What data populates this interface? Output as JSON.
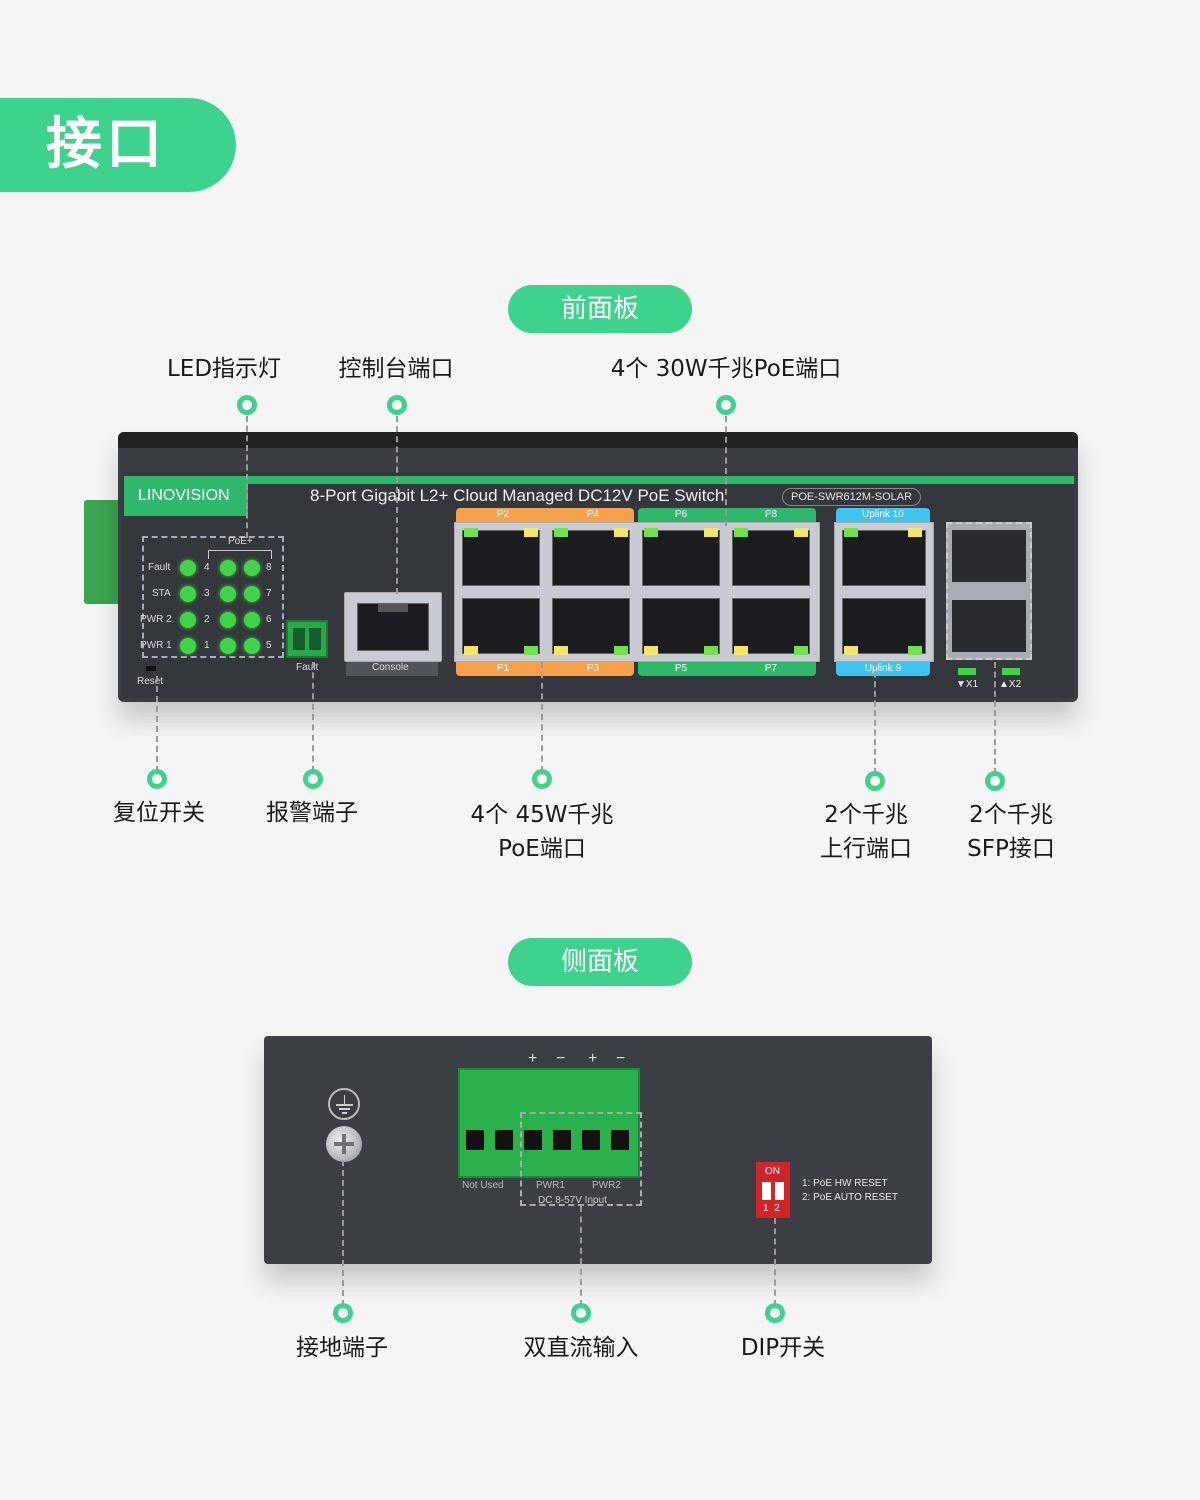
{
  "header": {
    "title": "接口"
  },
  "front_panel": {
    "section_label": "前面板",
    "brand": "LINOVISION",
    "product_title": "8-Port Gigabit L2+ Cloud Managed DC12V PoE Switch",
    "model": "POE-SWR612M-SOLAR",
    "led_panel": {
      "poe_label": "PoE+",
      "rows": [
        {
          "name": "Fault",
          "left_port": "4",
          "right_port": "8"
        },
        {
          "name": "STA",
          "left_port": "3",
          "right_port": "7"
        },
        {
          "name": "PWR 2",
          "left_port": "2",
          "right_port": "6"
        },
        {
          "name": "PWR 1",
          "left_port": "1",
          "right_port": "5"
        }
      ]
    },
    "reset_label": "Reset",
    "fault_terminal_label": "Fault",
    "console_label": "Console",
    "port_groups": {
      "top": [
        "P2",
        "P4",
        "P6",
        "P8",
        "Uplink 10"
      ],
      "bottom": [
        "P1",
        "P3",
        "P5",
        "P7",
        "Uplink 9"
      ]
    },
    "sfp_labels": [
      "▼X1",
      "▲X2"
    ],
    "callouts": {
      "led": "LED指示灯",
      "console": "控制台端口",
      "poe30": "4个 30W千兆PoE端口",
      "reset": "复位开关",
      "alarm": "报警端子",
      "poe45_line1": "4个 45W千兆",
      "poe45_line2": "PoE端口",
      "uplink_line1": "2个千兆",
      "uplink_line2": "上行端口",
      "sfp_line1": "2个千兆",
      "sfp_line2": "SFP接口"
    },
    "colors": {
      "orange": "#f5a04a",
      "green": "#2fb86c",
      "blue": "#3fc3ef"
    }
  },
  "side_panel": {
    "section_label": "侧面板",
    "terminal_signs": [
      "+",
      "−",
      "+",
      "−"
    ],
    "not_used": "Not Used",
    "pwr1": "PWR1",
    "pwr2": "PWR2",
    "dc_input": "DC 8-57V Input",
    "dip_on": "ON",
    "dip_numbers": "1  2",
    "dip_desc1": "1: PoE HW RESET",
    "dip_desc2": "2: PoE AUTO RESET",
    "callouts": {
      "ground": "接地端子",
      "dual_dc": "双直流输入",
      "dip": "DIP开关"
    }
  },
  "accent_color": "#3ed38d"
}
